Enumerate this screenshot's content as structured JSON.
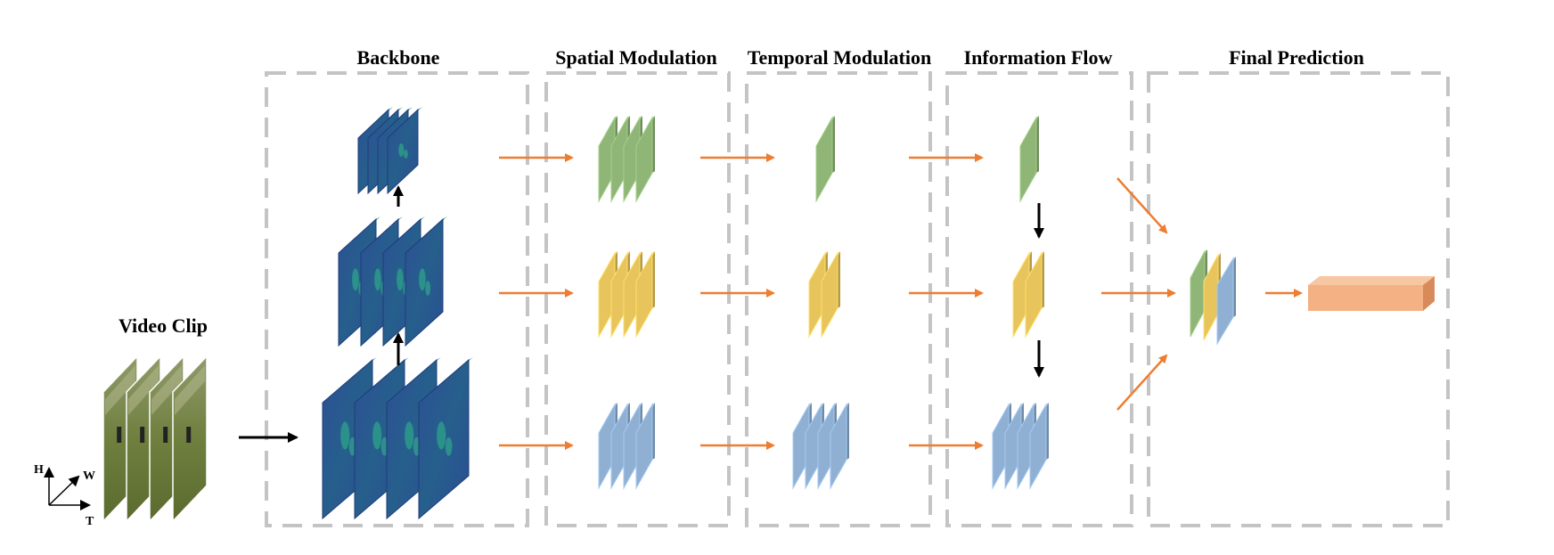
{
  "input": {
    "title": "Video Clip"
  },
  "axes": {
    "h": "H",
    "w": "W",
    "t": "T"
  },
  "sections": {
    "backbone": "Backbone",
    "spatial": "Spatial Modulation",
    "temporal": "Temporal Modulation",
    "info_flow": "Information Flow",
    "final": "Final Prediction"
  },
  "colors": {
    "green": "#8fb577",
    "yellow": "#e7c45c",
    "blue": "#8fb0d3",
    "orange_box": "#f4b183",
    "arrow_orange": "#ed7d31",
    "arrow_black": "#000000",
    "dashed_border": "#c4c4c4",
    "feature_map": "#2f5597"
  }
}
